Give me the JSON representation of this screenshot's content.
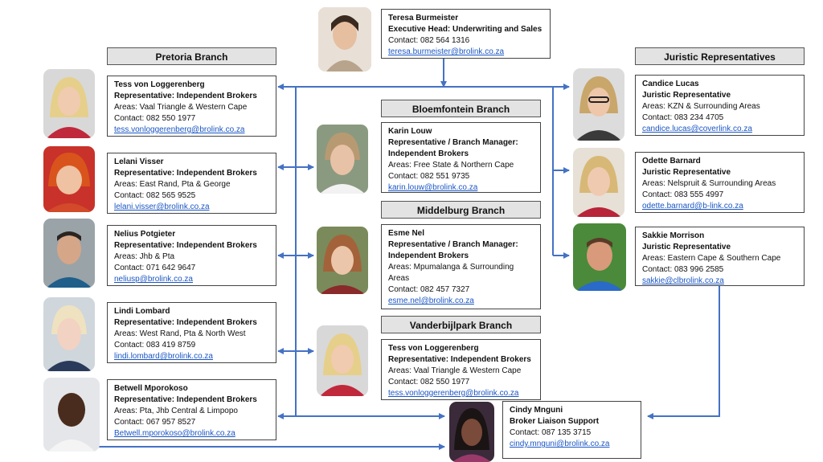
{
  "headers": {
    "pretoria": "Pretoria Branch",
    "juristic": "Juristic Representatives",
    "bloemfontein": "Bloemfontein Branch",
    "middelburg": "Middelburg Branch",
    "vanderbijlpark": "Vanderbijlpark Branch"
  },
  "head": {
    "name": "Teresa Burmeister",
    "title": "Executive Head:  Underwriting and Sales",
    "contact": "Contact:  082 564 1316",
    "email": "teresa.burmeister@brolink.co.za"
  },
  "pretoria": [
    {
      "name": "Tess von Loggerenberg",
      "role": "Representative: Independent Brokers",
      "areas": "Areas: Vaal Triangle & Western Cape",
      "contact": "Contact:  082 550 1977",
      "email": "tess.vonloggerenberg@brolink.co.za"
    },
    {
      "name": "Lelani Visser",
      "role": "Representative: Independent Brokers",
      "areas": "Areas: East Rand, Pta & George",
      "contact": "Contact:  082 565 9525",
      "email": "lelani.visser@brolink.co.za"
    },
    {
      "name": "Nelius Potgieter",
      "role": "Representative: Independent Brokers",
      "areas": "Areas: Jhb & Pta",
      "contact": "Contact:  071 642 9647",
      "email": "neliusp@brolink.co.za"
    },
    {
      "name": "Lindi Lombard",
      "role": "Representative: Independent Brokers",
      "areas": "Areas: West Rand, Pta & North West",
      "contact": "Contact:  083 419 8759",
      "email": "lindi.lombard@brolink.co.za"
    },
    {
      "name": "Betwell Mporokoso",
      "role": "Representative: Independent Brokers",
      "areas": "Areas: Pta, Jhb Central & Limpopo",
      "contact": "Contact:  067 957 8527",
      "email": "Betwell.mporokoso@brolink.co.za"
    }
  ],
  "bloem": {
    "name": "Karin Louw",
    "role1": "Representative / Branch Manager:",
    "role2": "Independent Brokers",
    "areas": "Areas: Free State & Northern Cape",
    "contact": "Contact:  082 551 9735",
    "email": "karin.louw@brolink.co.za"
  },
  "middel": {
    "name": "Esme Nel",
    "role1": "Representative / Branch Manager:",
    "role2": "Independent Brokers",
    "areas1": "Areas: Mpumalanga & Surrounding",
    "areas2": "Areas",
    "contact": "Contact:  082 457 7327",
    "email": "esme.nel@brolink.co.za"
  },
  "vaal": {
    "name": "Tess von Loggerenberg",
    "role": "Representative: Independent Brokers",
    "areas": "Areas: Vaal Triangle & Western Cape",
    "contact": "Contact:  082 550 1977",
    "email": "tess.vonloggerenberg@brolink.co.za"
  },
  "juristic": [
    {
      "name": "Candice Lucas",
      "role": "Juristic Representative",
      "areas": "Areas: KZN & Surrounding Areas",
      "contact": "Contact:  083 234 4705",
      "email": "candice.lucas@coverlink.co.za"
    },
    {
      "name": "Odette Barnard",
      "role": "Juristic Representative",
      "areas": "Areas: Nelspruit & Surrounding Areas",
      "contact": "Contact:  083 555 4997",
      "email": "odette.barnard@b-link.co.za"
    },
    {
      "name": "Sakkie Morrison",
      "role": "Juristic Representative",
      "areas": "Areas: Eastern Cape & Southern Cape",
      "contact": "Contact:  083 996 2585",
      "email": "sakkie@clbrolink.co.za"
    }
  ],
  "liaison": {
    "name": "Cindy Mnguni",
    "role": "Broker Liaison Support",
    "contact": "Contact:  087 135 3715",
    "email": "cindy.mnguni@brolink.co.za"
  },
  "colors": {
    "connector": "#4472c4",
    "link": "#1a56c4",
    "header_bg": "#e3e3e3"
  }
}
